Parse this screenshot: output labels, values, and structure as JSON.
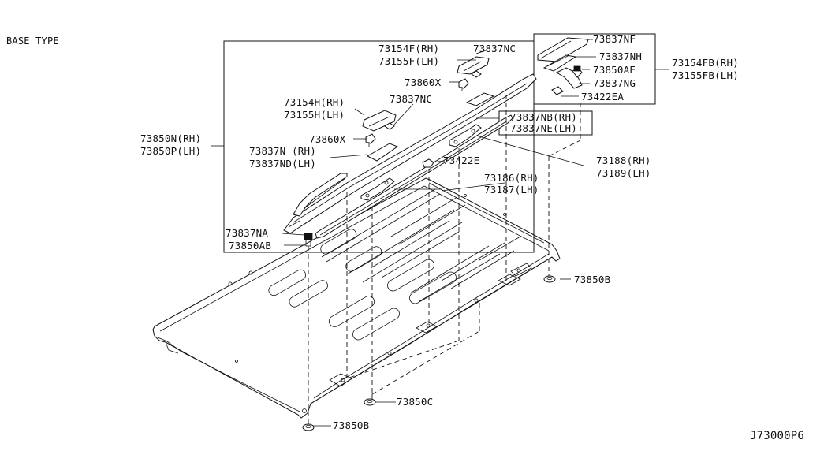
{
  "diagram": {
    "title": "BASE TYPE",
    "code": "J73000P6",
    "labels": {
      "l_73837NF": "73837NF",
      "l_73837NH": "73837NH",
      "l_73850AE": "73850AE",
      "l_73837NG": "73837NG",
      "l_73422EA": "73422EA",
      "l_73154FB": "73154FB(RH)",
      "l_73155FB": "73155FB(LH)",
      "l_73154F": "73154F(RH)",
      "l_73155F": "73155F(LH)",
      "l_73837NC_top": "73837NC",
      "l_73860X_top": "73860X",
      "l_73154H": "73154H(RH)",
      "l_73155H": "73155H(LH)",
      "l_73837NC_mid": "73837NC",
      "l_73837NB": "73837NB(RH)",
      "l_73837NE": "73837NE(LH)",
      "l_73850N": "73850N(RH)",
      "l_73850P": "73850P(LH)",
      "l_73860X_mid": "73860X",
      "l_73837N": "73837N (RH)",
      "l_73837ND": "73837ND(LH)",
      "l_73422E": "73422E",
      "l_73188": "73188(RH)",
      "l_73189": "73189(LH)",
      "l_73186": "73186(RH)",
      "l_73187": "73187(LH)",
      "l_73837NA": "73837NA",
      "l_73850AB": "73850AB",
      "l_73850B_right": "73850B",
      "l_73850C": "73850C",
      "l_73850B_bottom": "73850B"
    }
  }
}
